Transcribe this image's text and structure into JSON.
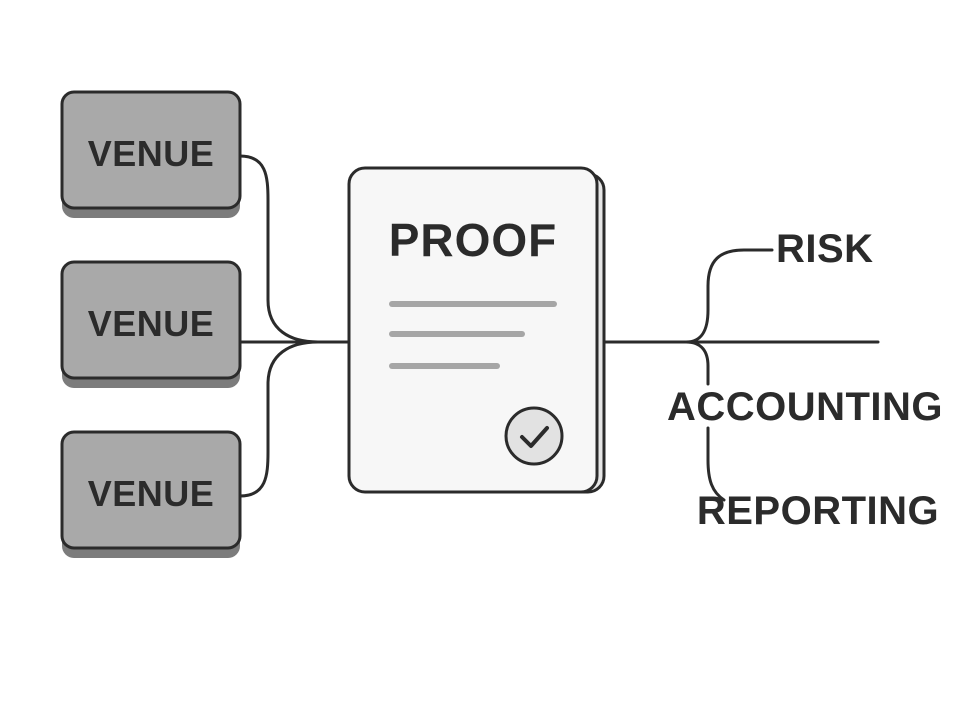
{
  "venues": [
    {
      "label": "VENUE"
    },
    {
      "label": "VENUE"
    },
    {
      "label": "VENUE"
    }
  ],
  "document": {
    "title": "PROOF",
    "badge_icon": "check-circle-icon"
  },
  "outputs": [
    {
      "label": "RISK"
    },
    {
      "label": "ACCOUNTING"
    },
    {
      "label": "REPORTING"
    }
  ],
  "colors": {
    "venue_fill": "#a9a9a9",
    "venue_shadow": "#7c7c7c",
    "stroke": "#2b2b2b",
    "doc_fill": "#f7f7f7",
    "doc_lines": "#a6a6a6",
    "badge_fill": "#e2e2e2"
  }
}
